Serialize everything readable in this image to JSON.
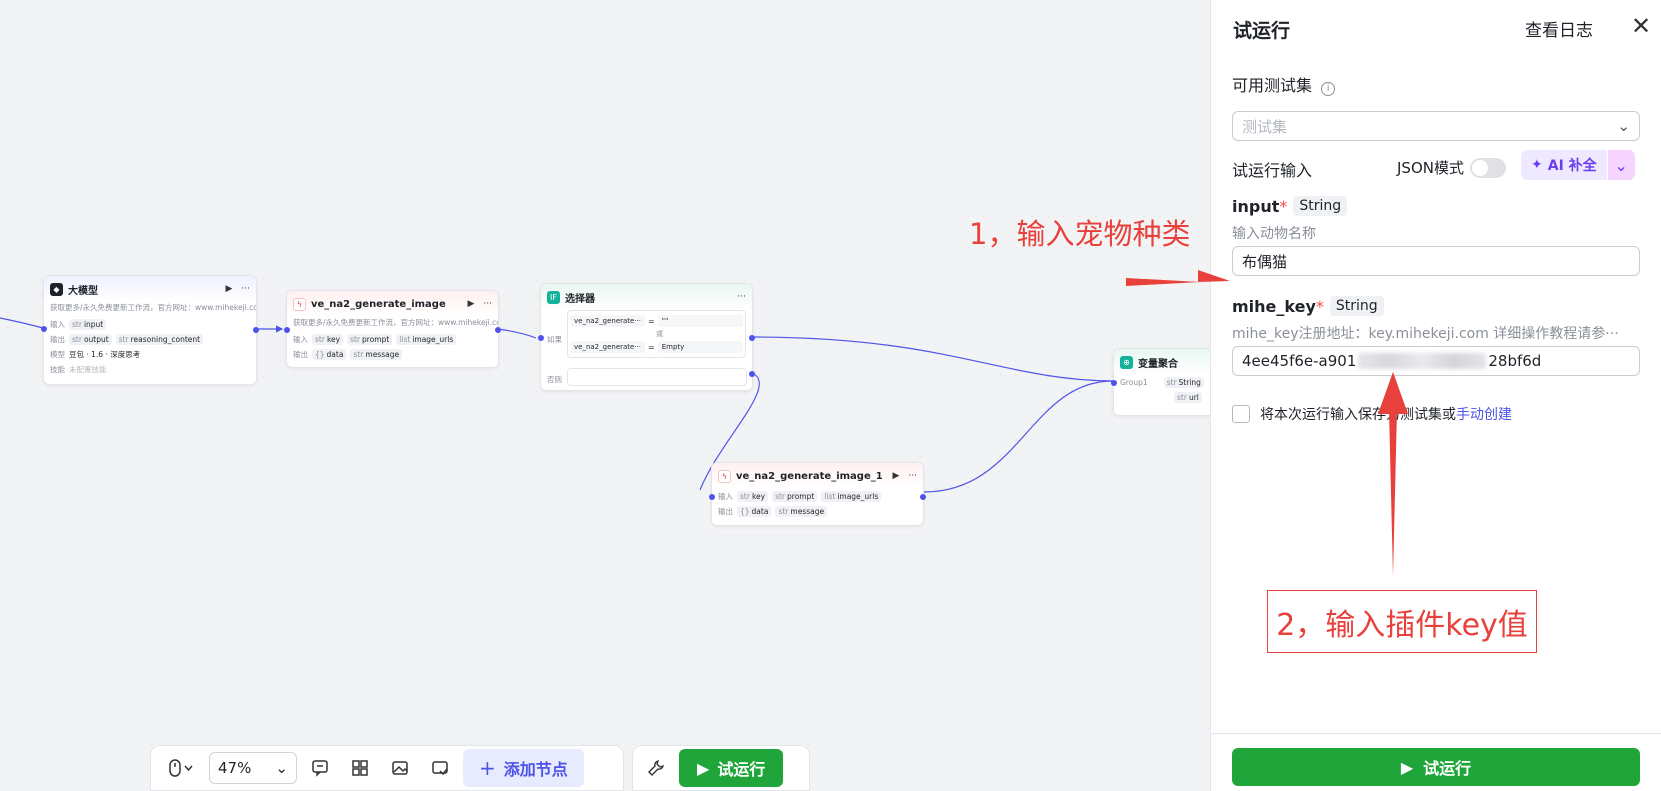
{
  "canvas": {
    "llm_node": {
      "title": "大模型",
      "desc": "获取更多/永久免费更新工作流，官方网址：www.mihekeji.co···",
      "input_label": "输入",
      "input_var": "input",
      "output_label": "输出",
      "output_var": "output",
      "output_var2": "reasoning_content",
      "model_label": "模型",
      "model_value": "豆包 · 1.6 · 深度思考",
      "skill_label": "技能",
      "skill_value": "未配置技能"
    },
    "plugin_node": {
      "title": "ve_na2_generate_image",
      "desc": "获取更多/永久免费更新工作流，官方网址：www.mihekeji.co···",
      "input_label": "输入",
      "in1": "key",
      "in2": "prompt",
      "in3": "image_urls",
      "output_label": "输出",
      "out1": "data",
      "out2": "message"
    },
    "selector_node": {
      "title": "选择器",
      "if_label": "如果",
      "cond1_left": "ve_na2_generate···",
      "cond1_op": "=",
      "cond1_right": "\"\"",
      "joiner": "或",
      "cond2_left": "ve_na2_generate···",
      "cond2_op": "=",
      "cond2_right": "Empty",
      "else_label": "否则"
    },
    "plugin_node_1": {
      "title": "ve_na2_generate_image_1",
      "input_label": "输入",
      "in1": "key",
      "in2": "prompt",
      "in3": "image_urls",
      "output_label": "输出",
      "out1": "data",
      "out2": "message"
    },
    "var_node": {
      "title": "变量聚合",
      "group": "Group1",
      "t1": "String",
      "t2": "url"
    }
  },
  "toolbar": {
    "zoom": "47%",
    "add_node": "添加节点",
    "run": "试运行"
  },
  "panel": {
    "title": "试运行",
    "view_log": "查看日志",
    "testset_label": "可用测试集",
    "testset_placeholder": "测试集",
    "run_input_label": "试运行输入",
    "json_mode": "JSON模式",
    "ai_fill": "AI 补全",
    "p1_name": "input",
    "p1_type": "String",
    "p1_desc": "输入动物名称",
    "p1_value": "布偶猫",
    "p2_name": "mihe_key",
    "p2_type": "String",
    "p2_desc": "mihe_key注册地址：key.mihekeji.com 详细操作教程请参···",
    "p2_value_start": "4ee45f6e-a901",
    "p2_value_end": "28bf6d",
    "save_text": "将本次运行输入保存为测试集或",
    "save_link": "手动创建",
    "run_button": "试运行"
  },
  "annotations": {
    "note1": "1，输入宠物种类",
    "note2": "2，输入插件key值"
  },
  "colors": {
    "accent": "#4d53e8",
    "run_green": "#1fa53a",
    "annotation_red": "#e8403a"
  }
}
